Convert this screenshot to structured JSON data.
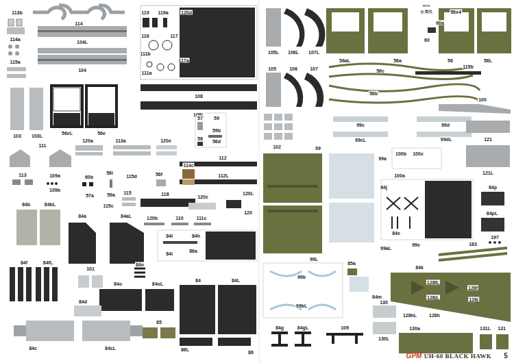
{
  "diagram": {
    "labels": [
      "113b",
      "114",
      "114a",
      "104L",
      "115a",
      "104",
      "119",
      "119a",
      "120d",
      "116",
      "117",
      "111b",
      "117a",
      "111a",
      "108",
      "108L",
      "103",
      "103L",
      "56eL",
      "56e",
      "57",
      "59",
      "59b",
      "58",
      "56d",
      "111",
      "120a",
      "113a",
      "120e",
      "112",
      "112L",
      "113",
      "109a",
      "109b",
      "60b",
      "56i",
      "115d",
      "56f",
      "114c",
      "57a",
      "59a",
      "115",
      "118",
      "120c",
      "120L",
      "120",
      "115c",
      "120b",
      "110",
      "111c",
      "84b",
      "84bL",
      "84a",
      "84aL",
      "84l",
      "84h",
      "84i",
      "86a",
      "84n",
      "84f",
      "84fL",
      "101",
      "84o",
      "84oL",
      "84",
      "84L",
      "84d",
      "85",
      "84c",
      "84cL",
      "86L",
      "86",
      "105L",
      "106L",
      "107L",
      "wire",
      "金属线",
      "56x4",
      "60a",
      "60",
      "56aL",
      "56a",
      "56",
      "56L",
      "105",
      "106",
      "107",
      "56c",
      "115b",
      "56b",
      "100",
      "102",
      "99c",
      "99cL",
      "99d",
      "99dL",
      "121",
      "99",
      "99a",
      "100b",
      "100c",
      "100a",
      "121L",
      "84j",
      "84p",
      "84pL",
      "84e",
      "99L",
      "99aL",
      "99e",
      "183",
      "197",
      "85a",
      "84k",
      "99b",
      "99bL",
      "84m",
      "128fL",
      "128f",
      "128jL",
      "128j",
      "128hL",
      "128h",
      "130",
      "130L",
      "84g",
      "84gL",
      "109",
      "130a",
      "131L",
      "131",
      "GPM",
      "UH-60 BLACK HAWK",
      "5"
    ]
  }
}
